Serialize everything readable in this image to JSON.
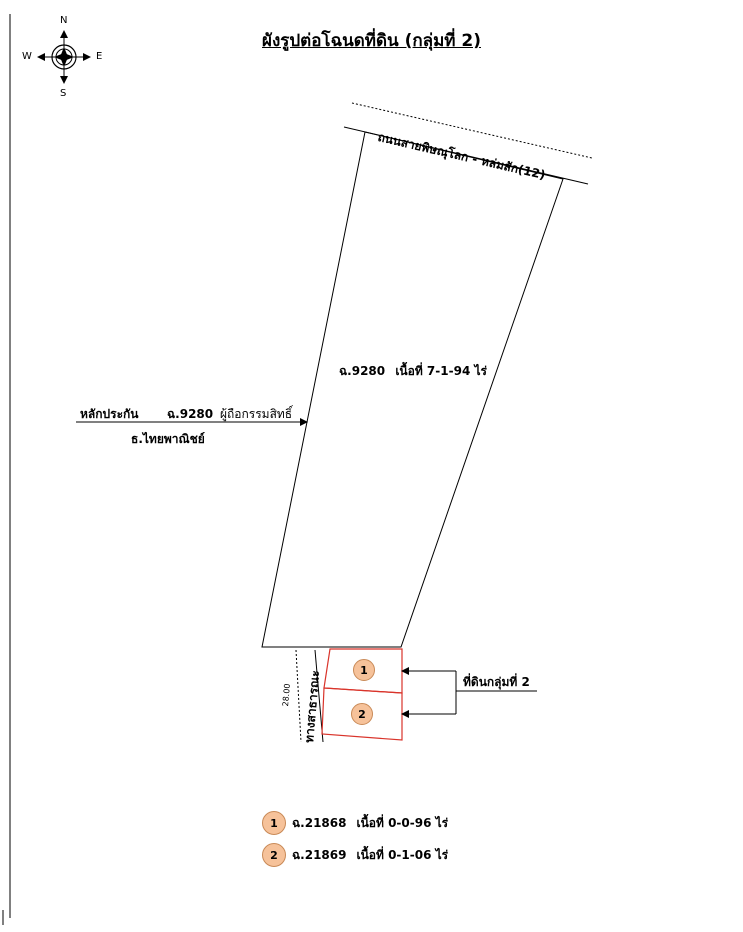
{
  "title": "ผังรูปต่อโฉนดที่ดิน (กลุ่มที่ 2)",
  "compass": {
    "north": "N",
    "south": "S",
    "east": "E",
    "west": "W"
  },
  "road": {
    "name": "ถนนสายพิษณุโลก - หล่มสัก(12)"
  },
  "main_parcel": {
    "deed": "ฉ.9280",
    "area_label": "เนื้อที่ 7-1-94 ไร่"
  },
  "guarantee": {
    "label": "หลักประกัน",
    "deed": "ฉ.9280",
    "holder_label": "ผู้ถือกรรมสิทธิ์",
    "holder": "ธ.ไทยพาณิชย์"
  },
  "public_way": {
    "label": "ทางสาธารณะ",
    "width": "28.00"
  },
  "group_label": "ที่ดินกลุ่มที่ 2",
  "parcels": [
    {
      "number": "1",
      "deed": "ฉ.21868",
      "area_label": "เนื้อที่ 0-0-96 ไร่"
    },
    {
      "number": "2",
      "deed": "ฉ.21869",
      "area_label": "เนื้อที่ 0-1-06 ไร่"
    }
  ],
  "colors": {
    "parcel_outline": "#d9342b",
    "badge_fill": "#f6c29a",
    "line": "#000000"
  }
}
